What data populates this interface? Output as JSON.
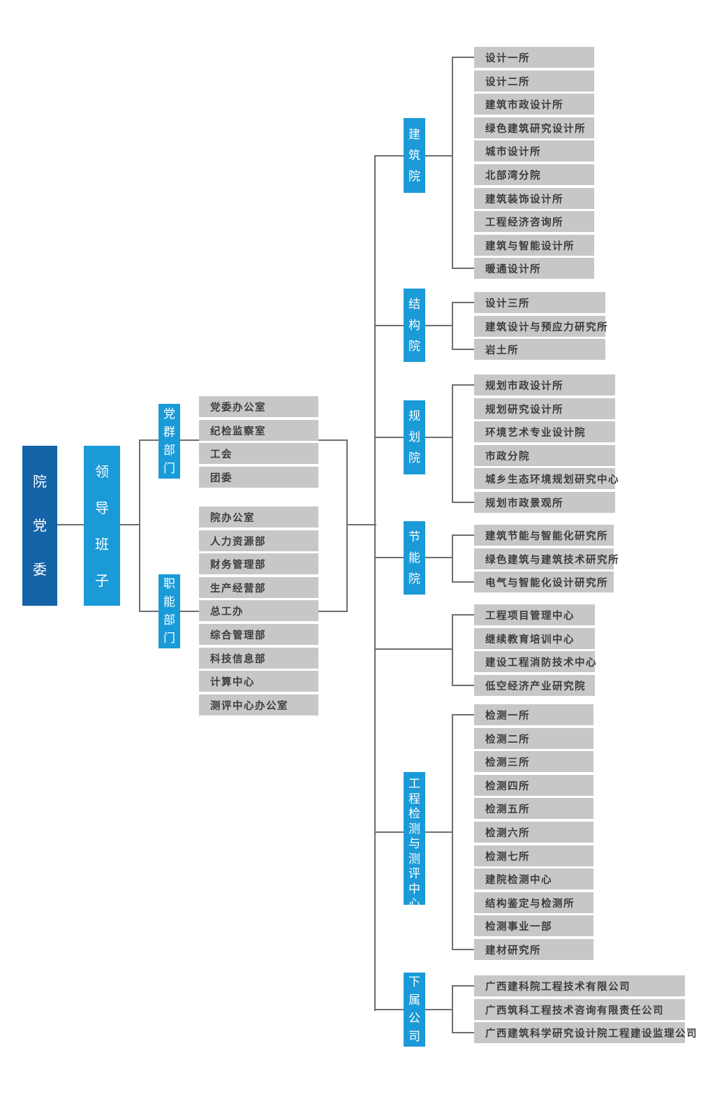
{
  "root": {
    "label": "院党委"
  },
  "leadership": {
    "label": "领导班子"
  },
  "left_groups": [
    {
      "label": "党群部门",
      "items": [
        "党委办公室",
        "纪检监察室",
        "工会",
        "团委"
      ]
    },
    {
      "label": "职能部门",
      "items": [
        "院办公室",
        "人力资源部",
        "财务管理部",
        "生产经营部",
        "总工办",
        "综合管理部",
        "科技信息部",
        "计算中心",
        "测评中心办公室"
      ]
    }
  ],
  "right_groups": [
    {
      "label": "建筑院",
      "items": [
        "设计一所",
        "设计二所",
        "建筑市政设计所",
        "绿色建筑研究设计所",
        "城市设计所",
        "北部湾分院",
        "建筑装饰设计所",
        "工程经济咨询所",
        "建筑与智能设计所",
        "暖通设计所"
      ]
    },
    {
      "label": "结构院",
      "items": [
        "设计三所",
        "建筑设计与预应力研究所",
        "岩土所"
      ]
    },
    {
      "label": "规划院",
      "items": [
        "规划市政设计所",
        "规划研究设计所",
        "环境艺术专业设计院",
        "市政分院",
        "城乡生态环境规划研究中心",
        "规划市政景观所"
      ]
    },
    {
      "label": "节能院",
      "items": [
        "建筑节能与智能化研究所",
        "绿色建筑与建筑技术研究所",
        "电气与智能化设计研究所"
      ]
    },
    {
      "label": "",
      "items": [
        "工程项目管理中心",
        "继续教育培训中心",
        "建设工程消防技术中心",
        "低空经济产业研究院"
      ]
    },
    {
      "label": "工程检测与测评中心",
      "items": [
        "检测一所",
        "检测二所",
        "检测三所",
        "检测四所",
        "检测五所",
        "检测六所",
        "检测七所",
        "建院检测中心",
        "结构鉴定与检测所",
        "检测事业一部",
        "建材研究所"
      ]
    },
    {
      "label": "下属公司",
      "items": [
        "广西建科院工程技术有限公司",
        "广西筑科工程技术咨询有限责任公司",
        "广西建筑科学研究设计院工程建设监理公司"
      ]
    }
  ],
  "colors": {
    "dark_blue": "#1563a8",
    "light_blue": "#1a9ad7",
    "box_gray": "#c6c7c8",
    "line_gray": "#6d6e70",
    "text_dark": "#3d3d3d"
  }
}
